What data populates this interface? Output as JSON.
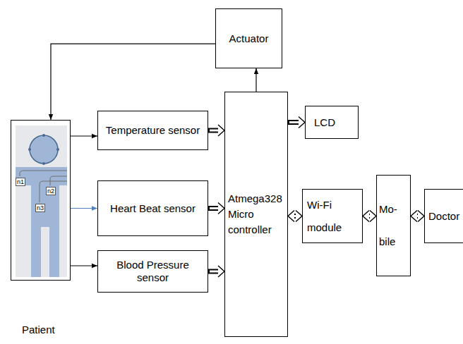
{
  "diagram": {
    "nodes": [
      {
        "text": [
          "Actuator"
        ]
      },
      {
        "text": [
          "Patient"
        ]
      },
      {
        "text": [
          "Temperature sensor"
        ]
      },
      {
        "text": [
          "Atmega328 Micro controller"
        ]
      },
      {
        "text": [
          "LCD"
        ]
      },
      {
        "text": [
          "Heart Beat sensor"
        ]
      },
      {
        "text": [
          "Wi-Fi module"
        ]
      },
      {
        "text": [
          "Mo- bile"
        ]
      },
      {
        "text": [
          "Doctor"
        ]
      },
      {
        "text": [
          "Blood Pressure sensor"
        ]
      }
    ],
    "edges": [
      {
        "from": 0,
        "to": 1,
        "arrow": "to"
      },
      {
        "from": 1,
        "to": 2,
        "arrow": "to"
      },
      {
        "from": 1,
        "to": 5,
        "arrow": "to"
      },
      {
        "from": 1,
        "to": 9,
        "arrow": "to"
      },
      {
        "from": 2,
        "to": 3,
        "arrow": "to"
      },
      {
        "from": 5,
        "to": 3,
        "arrow": "to"
      },
      {
        "from": 9,
        "to": 3,
        "arrow": "to"
      },
      {
        "from": 3,
        "to": 0,
        "arrow": "to"
      },
      {
        "from": 3,
        "to": 4,
        "arrow": "to"
      },
      {
        "from": 3,
        "to": 6,
        "arrow": "both"
      },
      {
        "from": 6,
        "to": 7,
        "arrow": "both"
      },
      {
        "from": 7,
        "to": 8,
        "arrow": "both"
      }
    ],
    "labels": [
      "n1",
      "n2",
      "n3"
    ]
  }
}
